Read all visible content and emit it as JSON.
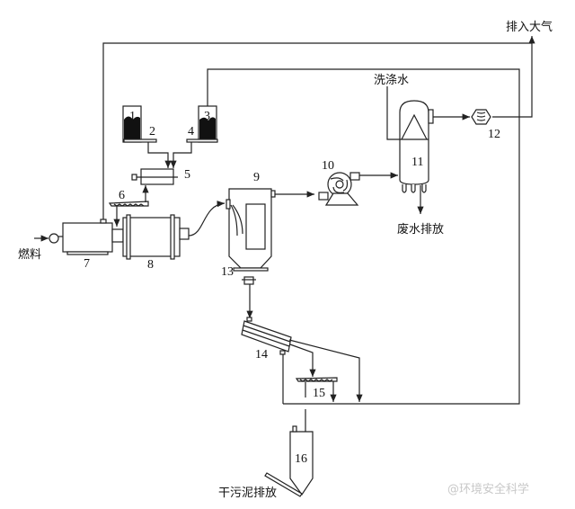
{
  "labels": {
    "exhaust": "排入大气",
    "wash_water": "洗涤水",
    "wastewater": "废水排放",
    "fuel": "燃料",
    "dry_sludge": "干污泥排放"
  },
  "equipment_numbers": [
    "1",
    "2",
    "3",
    "4",
    "5",
    "6",
    "7",
    "8",
    "9",
    "10",
    "11",
    "12",
    "13",
    "14",
    "15",
    "16"
  ],
  "watermark": "@环境安全科学"
}
